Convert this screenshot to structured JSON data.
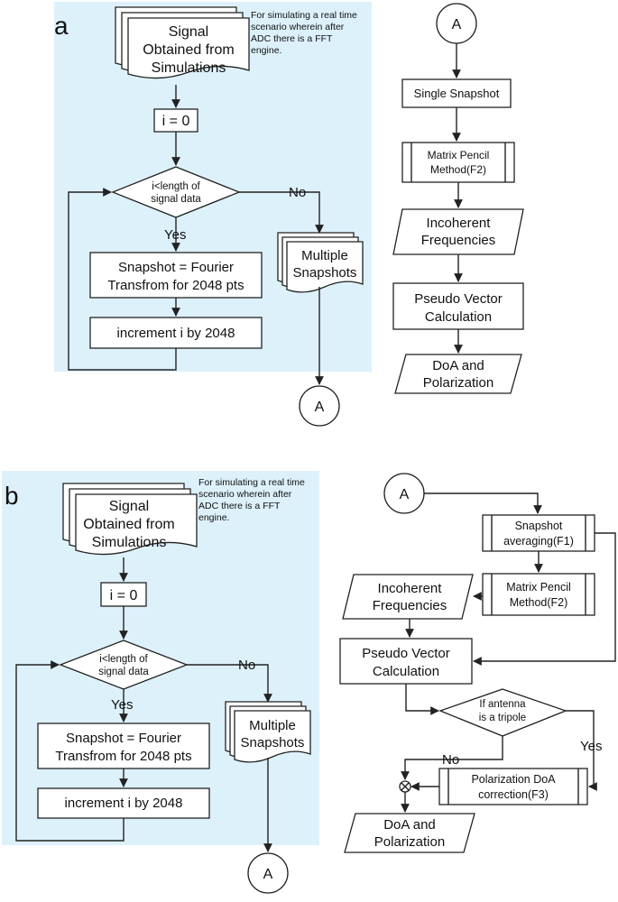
{
  "panel_a": {
    "label": "a",
    "note": [
      "For simulating a real time",
      "scenario wherein  after",
      "ADC there is a FFT",
      "engine."
    ],
    "signal": [
      "Signal",
      "Obtained from",
      "Simulations"
    ],
    "init": "i = 0",
    "decision": [
      "i<length of",
      "signal data"
    ],
    "yes": "Yes",
    "no": "No",
    "snapshot": [
      "Snapshot = Fourier",
      "Transfrom for 2048 pts"
    ],
    "increment": "increment i by 2048",
    "multiple": [
      "Multiple",
      "Snapshots"
    ],
    "connector": "A",
    "right": {
      "connector": "A",
      "single": "Single Snapshot",
      "pencil": [
        "Matrix Pencil",
        "Method(F2)"
      ],
      "incoherent": [
        "Incoherent",
        "Frequencies"
      ],
      "pseudo": [
        "Pseudo Vector",
        "Calculation"
      ],
      "doa": [
        "DoA and",
        "Polarization"
      ]
    }
  },
  "panel_b": {
    "label": "b",
    "note": [
      "For simulating a real time",
      "scenario wherein  after",
      "ADC there is a FFT",
      "engine."
    ],
    "signal": [
      "Signal",
      "Obtained from",
      "Simulations"
    ],
    "init": "i = 0",
    "decision": [
      "i<length of",
      "signal data"
    ],
    "yes": "Yes",
    "no": "No",
    "snapshot": [
      "Snapshot = Fourier",
      "Transfrom for 2048 pts"
    ],
    "increment": "increment i by 2048",
    "multiple": [
      "Multiple",
      "Snapshots"
    ],
    "connector": "A",
    "right": {
      "connector": "A",
      "averaging": [
        "Snapshot",
        "averaging(F1)"
      ],
      "pencil": [
        "Matrix Pencil",
        "Method(F2)"
      ],
      "incoherent": [
        "Incoherent",
        "Frequencies"
      ],
      "pseudo": [
        "Pseudo Vector",
        "Calculation"
      ],
      "tripole": [
        "If antenna",
        "is a tripole"
      ],
      "yes": "Yes",
      "no": "No",
      "correction": [
        "Polarization DoA",
        "correction(F3)"
      ],
      "doa": [
        "DoA and",
        "Polarization"
      ]
    }
  },
  "colors": {
    "panel_bg": "#ddf1fb",
    "stroke": "#222222"
  }
}
